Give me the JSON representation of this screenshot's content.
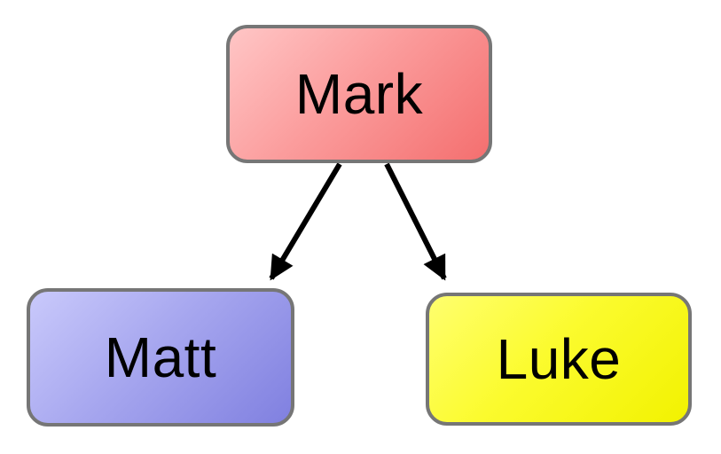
{
  "diagram": {
    "background": "#ffffff",
    "nodes": [
      {
        "id": "mark",
        "label": "Mark",
        "fill_light": "#ffc6c6",
        "fill_dark": "#f46f6f",
        "border_color": "#767676",
        "text_color": "#000000"
      },
      {
        "id": "matt",
        "label": "Matt",
        "fill_light": "#c9c9fb",
        "fill_dark": "#8080e0",
        "border_color": "#767676",
        "text_color": "#000000"
      },
      {
        "id": "luke",
        "label": "Luke",
        "fill_light": "#ffff6e",
        "fill_dark": "#f2f200",
        "border_color": "#767676",
        "text_color": "#000000"
      }
    ],
    "edges": [
      {
        "from": "mark",
        "to": "matt",
        "style": "arrow"
      },
      {
        "from": "mark",
        "to": "luke",
        "style": "arrow"
      }
    ],
    "edge_color": "#000000"
  }
}
